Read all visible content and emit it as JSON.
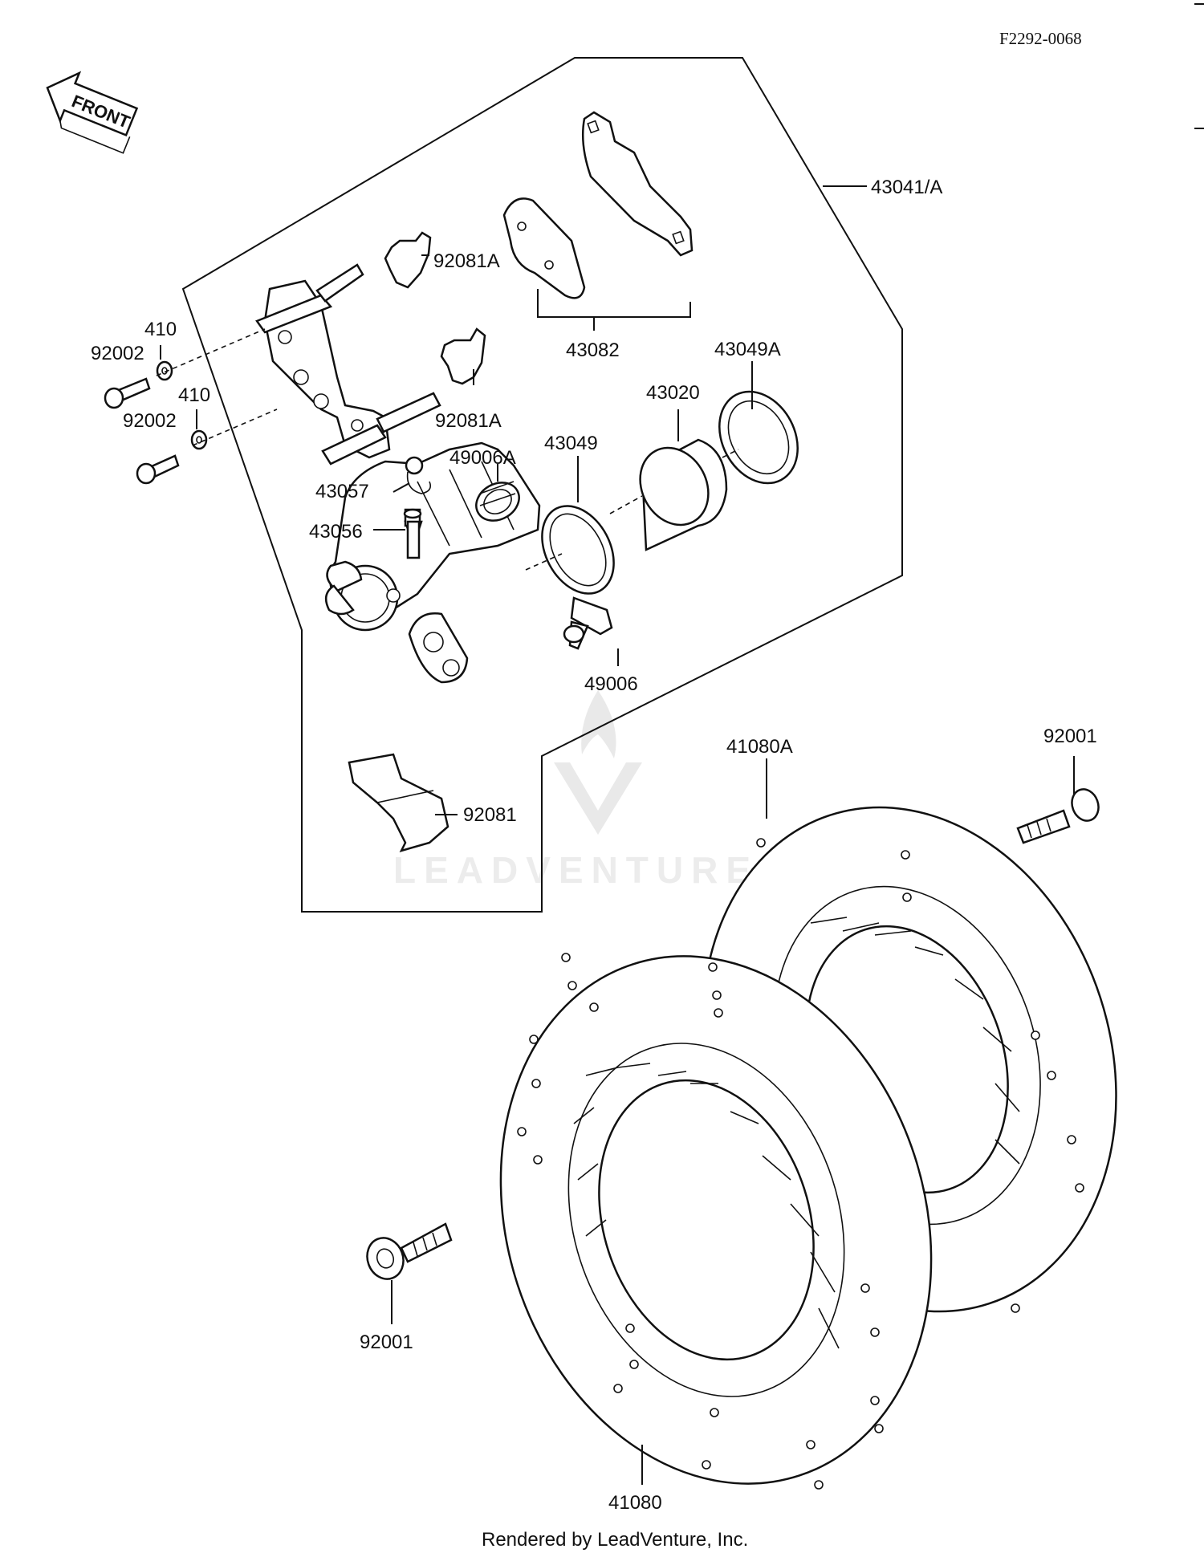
{
  "diagram_code": "F2292-0068",
  "front_label": "FRONT",
  "watermark_text": "LEADVENTURE",
  "footer_text": "Rendered by LeadVenture, Inc.",
  "callouts": [
    {
      "id": "43041A",
      "label": "43041/A"
    },
    {
      "id": "92081A_top",
      "label": "92081A"
    },
    {
      "id": "43082",
      "label": "43082"
    },
    {
      "id": "43049A",
      "label": "43049A"
    },
    {
      "id": "410_top",
      "label": "410"
    },
    {
      "id": "92002_top",
      "label": "92002"
    },
    {
      "id": "410_bottom",
      "label": "410"
    },
    {
      "id": "92002_bottom",
      "label": "92002"
    },
    {
      "id": "92081A_bottom",
      "label": "92081A"
    },
    {
      "id": "43020",
      "label": "43020"
    },
    {
      "id": "43049",
      "label": "43049"
    },
    {
      "id": "49006A",
      "label": "49006A"
    },
    {
      "id": "43057",
      "label": "43057"
    },
    {
      "id": "43056",
      "label": "43056"
    },
    {
      "id": "49006",
      "label": "49006"
    },
    {
      "id": "41080A",
      "label": "41080A"
    },
    {
      "id": "92001_right",
      "label": "92001"
    },
    {
      "id": "92081",
      "label": "92081"
    },
    {
      "id": "92001_left",
      "label": "92001"
    },
    {
      "id": "41080",
      "label": "41080"
    }
  ],
  "colors": {
    "line": "#111111",
    "background": "#ffffff",
    "watermark": "#e9e9e9"
  }
}
